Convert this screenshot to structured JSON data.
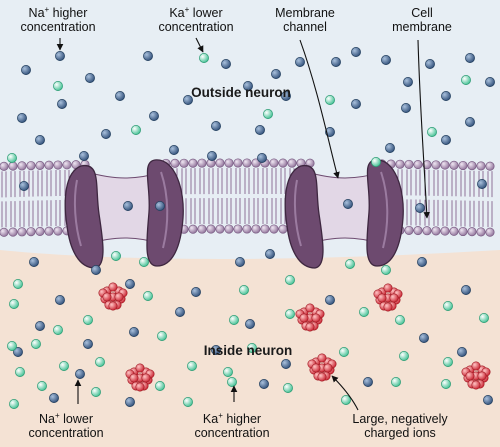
{
  "labels": {
    "na_higher": {
      "ion": "Na",
      "sign": "+",
      "line1_rest": " higher",
      "line2": "concentration"
    },
    "ka_lower": {
      "ion": "Ka",
      "sign": "+",
      "line1_rest": " lower",
      "line2": "concentration"
    },
    "membrane_channel": {
      "line1": "Membrane",
      "line2": "channel"
    },
    "cell_membrane": {
      "line1": "Cell",
      "line2": "membrane"
    },
    "outside": "Outside neuron",
    "inside": "Inside neuron",
    "na_lower": {
      "ion": "Na",
      "sign": "+",
      "line1_rest": " lower",
      "line2": "concentration"
    },
    "ka_higher": {
      "ion": "Ka",
      "sign": "+",
      "line1_rest": " higher",
      "line2": "concentration"
    },
    "large_ions": {
      "line1": "Large, negatively",
      "line2": "charged ions"
    }
  },
  "colors": {
    "outside_bg": "#e7eef4",
    "inside_bg": "#f4e2d4",
    "na_ion": "#4a6e9b",
    "ka_ion": "#4ec79c",
    "large_ion": "#de3a47",
    "channel": "#6d4a6f",
    "channel_light": "#e2d7e6",
    "lipid_head": "#b6a0bf"
  }
}
